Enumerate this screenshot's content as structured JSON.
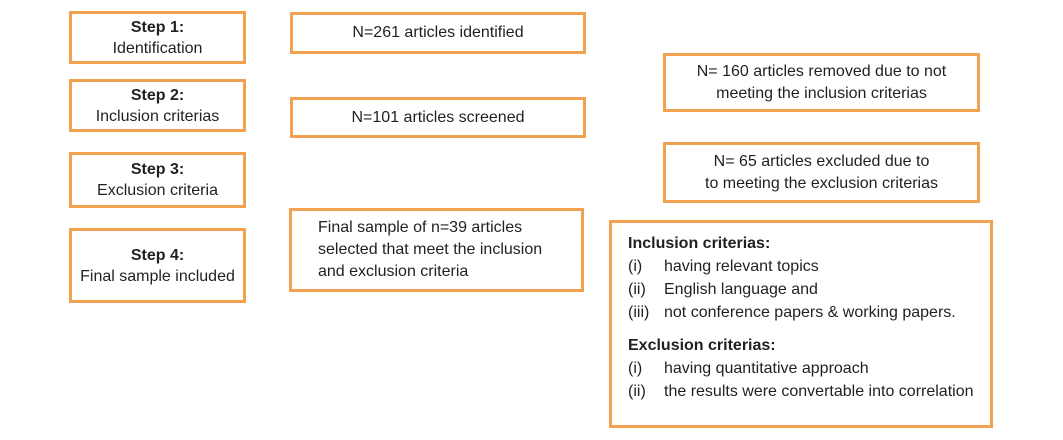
{
  "colors": {
    "border": "#F1A14F",
    "text": "#231F20",
    "background": "#FFFFFF"
  },
  "steps": [
    {
      "title": "Step 1:",
      "subtitle": "Identification"
    },
    {
      "title": "Step 2:",
      "subtitle": "Inclusion criterias"
    },
    {
      "title": "Step 3:",
      "subtitle": "Exclusion criteria"
    },
    {
      "title": "Step 4:",
      "subtitle": "Final sample included"
    }
  ],
  "middle": {
    "identified": "N=261 articles identified",
    "screened": "N=101 articles screened",
    "final_sample_lines": [
      "Final sample of n=39 articles",
      "selected that meet the inclusion",
      "and exclusion criteria"
    ]
  },
  "side": {
    "removed_lines": [
      "N= 160 articles removed due to not",
      "meeting the inclusion criterias"
    ],
    "excluded_lines": [
      "N= 65 articles excluded due to",
      "to meeting the exclusion criterias"
    ]
  },
  "criteria": {
    "inclusion": {
      "heading": "Inclusion criterias:",
      "items": [
        {
          "label": "(i)",
          "text": "having relevant topics"
        },
        {
          "label": "(ii)",
          "text": "English language and"
        },
        {
          "label": "(iii)",
          "text": "not conference papers & working papers."
        }
      ]
    },
    "exclusion": {
      "heading": "Exclusion criterias:",
      "items": [
        {
          "label": "(i)",
          "text": "having quantitative approach"
        },
        {
          "label": "(ii)",
          "text": "the results were convertable into correlation"
        }
      ]
    }
  }
}
